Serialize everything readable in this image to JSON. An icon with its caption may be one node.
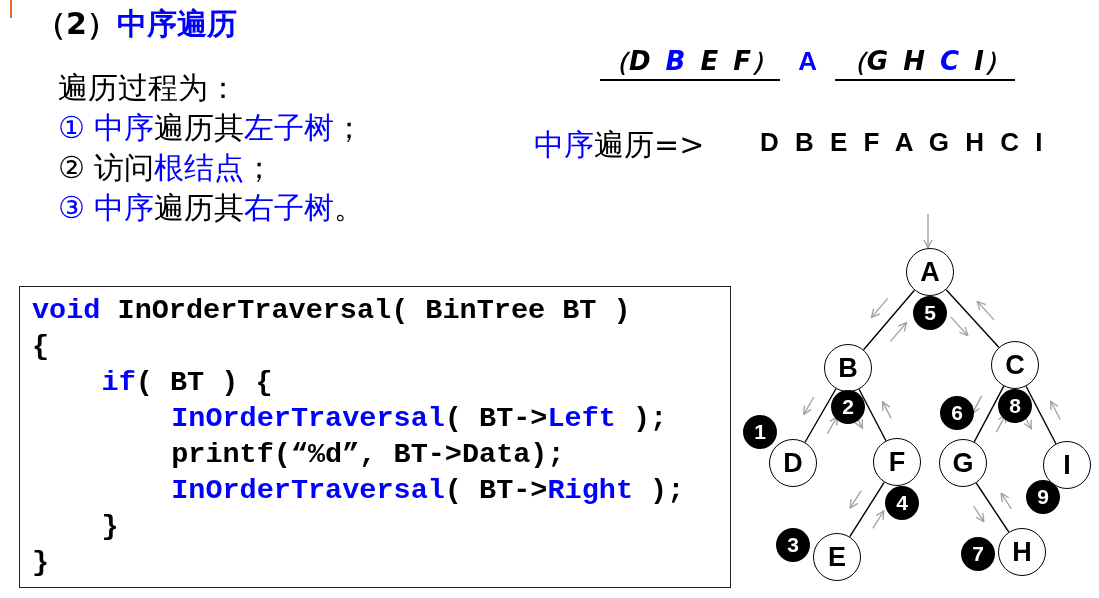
{
  "diagram": {
    "title": "（2）中序遍历",
    "nodes": [
      {
        "text": [
          "void InOrderTraversal( BinTree BT )",
          "{",
          "if( BT ) {",
          "InOrderTraversal( BT->Left );",
          "printf(“%d”, BT->Data);",
          "InOrderTraversal( BT->Right );",
          "}",
          "}"
        ]
      },
      {
        "text": [
          "A"
        ]
      },
      {
        "text": [
          "B"
        ]
      },
      {
        "text": [
          "C"
        ]
      },
      {
        "text": [
          "D"
        ]
      },
      {
        "text": [
          "F"
        ]
      },
      {
        "text": [
          "G"
        ]
      },
      {
        "text": [
          "I"
        ]
      },
      {
        "text": [
          "E"
        ]
      },
      {
        "text": [
          "H"
        ]
      },
      {
        "text": [
          "5"
        ]
      },
      {
        "text": [
          "8"
        ]
      },
      {
        "text": [
          "2"
        ]
      },
      {
        "text": [
          "6"
        ]
      },
      {
        "text": [
          "1"
        ]
      },
      {
        "text": [
          "9"
        ]
      },
      {
        "text": [
          "4"
        ]
      },
      {
        "text": [
          "3"
        ]
      },
      {
        "text": [
          "7"
        ]
      }
    ],
    "edges": [
      {
        "from": null,
        "to": 1,
        "arrow": "to",
        "color": "#a0a0a0"
      },
      {
        "from": 1,
        "to": 2,
        "arrow": "none"
      },
      {
        "from": 1,
        "to": 3,
        "arrow": "none"
      },
      {
        "from": 2,
        "to": 4,
        "arrow": "none"
      },
      {
        "from": 2,
        "to": 5,
        "arrow": "none"
      },
      {
        "from": 5,
        "to": 8,
        "arrow": "none"
      },
      {
        "from": 3,
        "to": 6,
        "arrow": "none"
      },
      {
        "from": 3,
        "to": 7,
        "arrow": "none"
      },
      {
        "from": 6,
        "to": 9,
        "arrow": "none"
      }
    ],
    "labels": [
      "遍历过程为：",
      "① 中序遍历其左子树；",
      "② 访问根结点；",
      "③ 中序遍历其右子树。",
      "（D B E F） A （G H C I）",
      "中序遍历=>",
      "D B E F A G H C I"
    ]
  }
}
